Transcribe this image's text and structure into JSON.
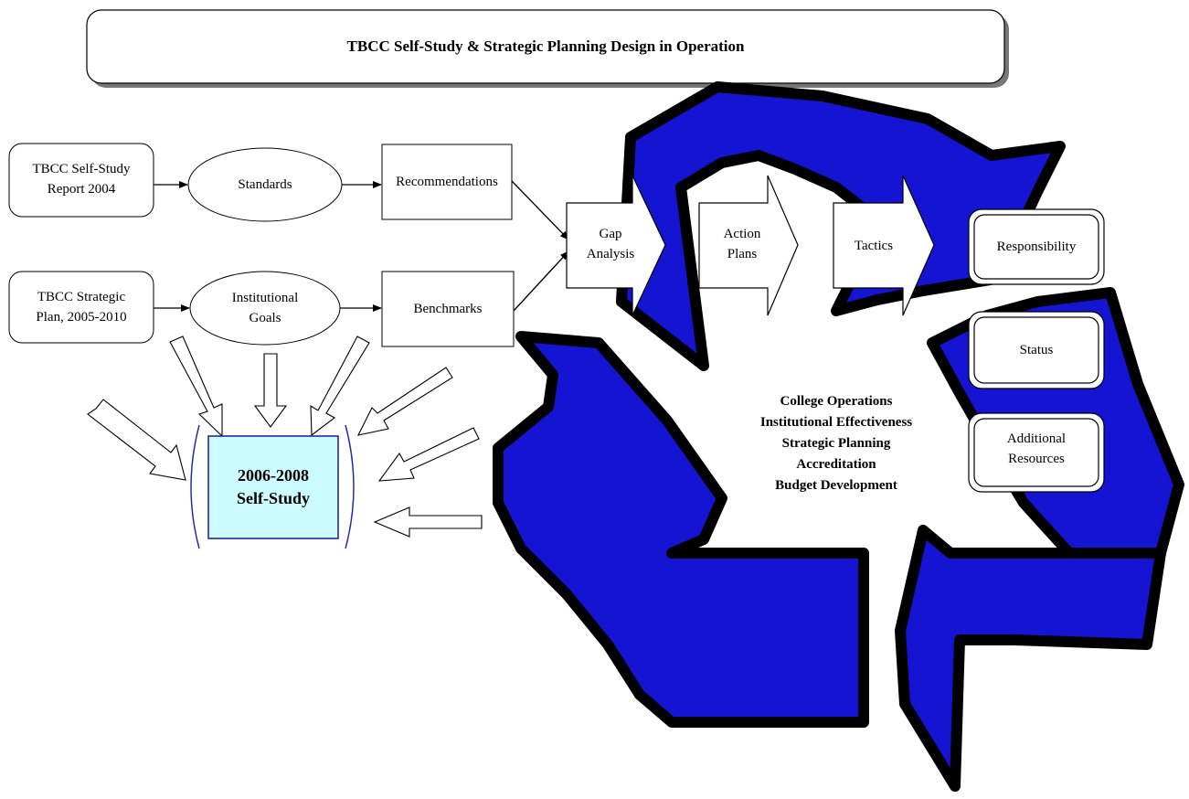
{
  "title": "TBCC Self-Study & Strategic Planning Design in Operation",
  "nodes": {
    "self_study_report": [
      "TBCC Self-Study",
      "Report 2004"
    ],
    "strategic_plan": [
      "TBCC Strategic",
      "Plan, 2005-2010"
    ],
    "standards": "Standards",
    "institutional_goals": [
      "Institutional",
      "Goals"
    ],
    "recommendations": "Recommendations",
    "benchmarks": "Benchmarks",
    "gap_analysis": [
      "Gap",
      "Analysis"
    ],
    "action_plans": [
      "Action",
      "Plans"
    ],
    "tactics": "Tactics",
    "responsibility": "Responsibility",
    "status": "Status",
    "additional_resources": [
      "Additional",
      "Resources"
    ],
    "self_study_2006": [
      "2006-2008",
      "Self-Study"
    ]
  },
  "center_lines": [
    "College Operations",
    "Institutional Effectiveness",
    "Strategic Planning",
    "Accreditation",
    "Budget Development"
  ],
  "colors": {
    "recycle_fill": "#1414d2",
    "recycle_outline": "#000000",
    "highlight_box": "#ccfcff",
    "highlight_border": "#1a1a8c",
    "bracket": "#2a2aa8"
  }
}
